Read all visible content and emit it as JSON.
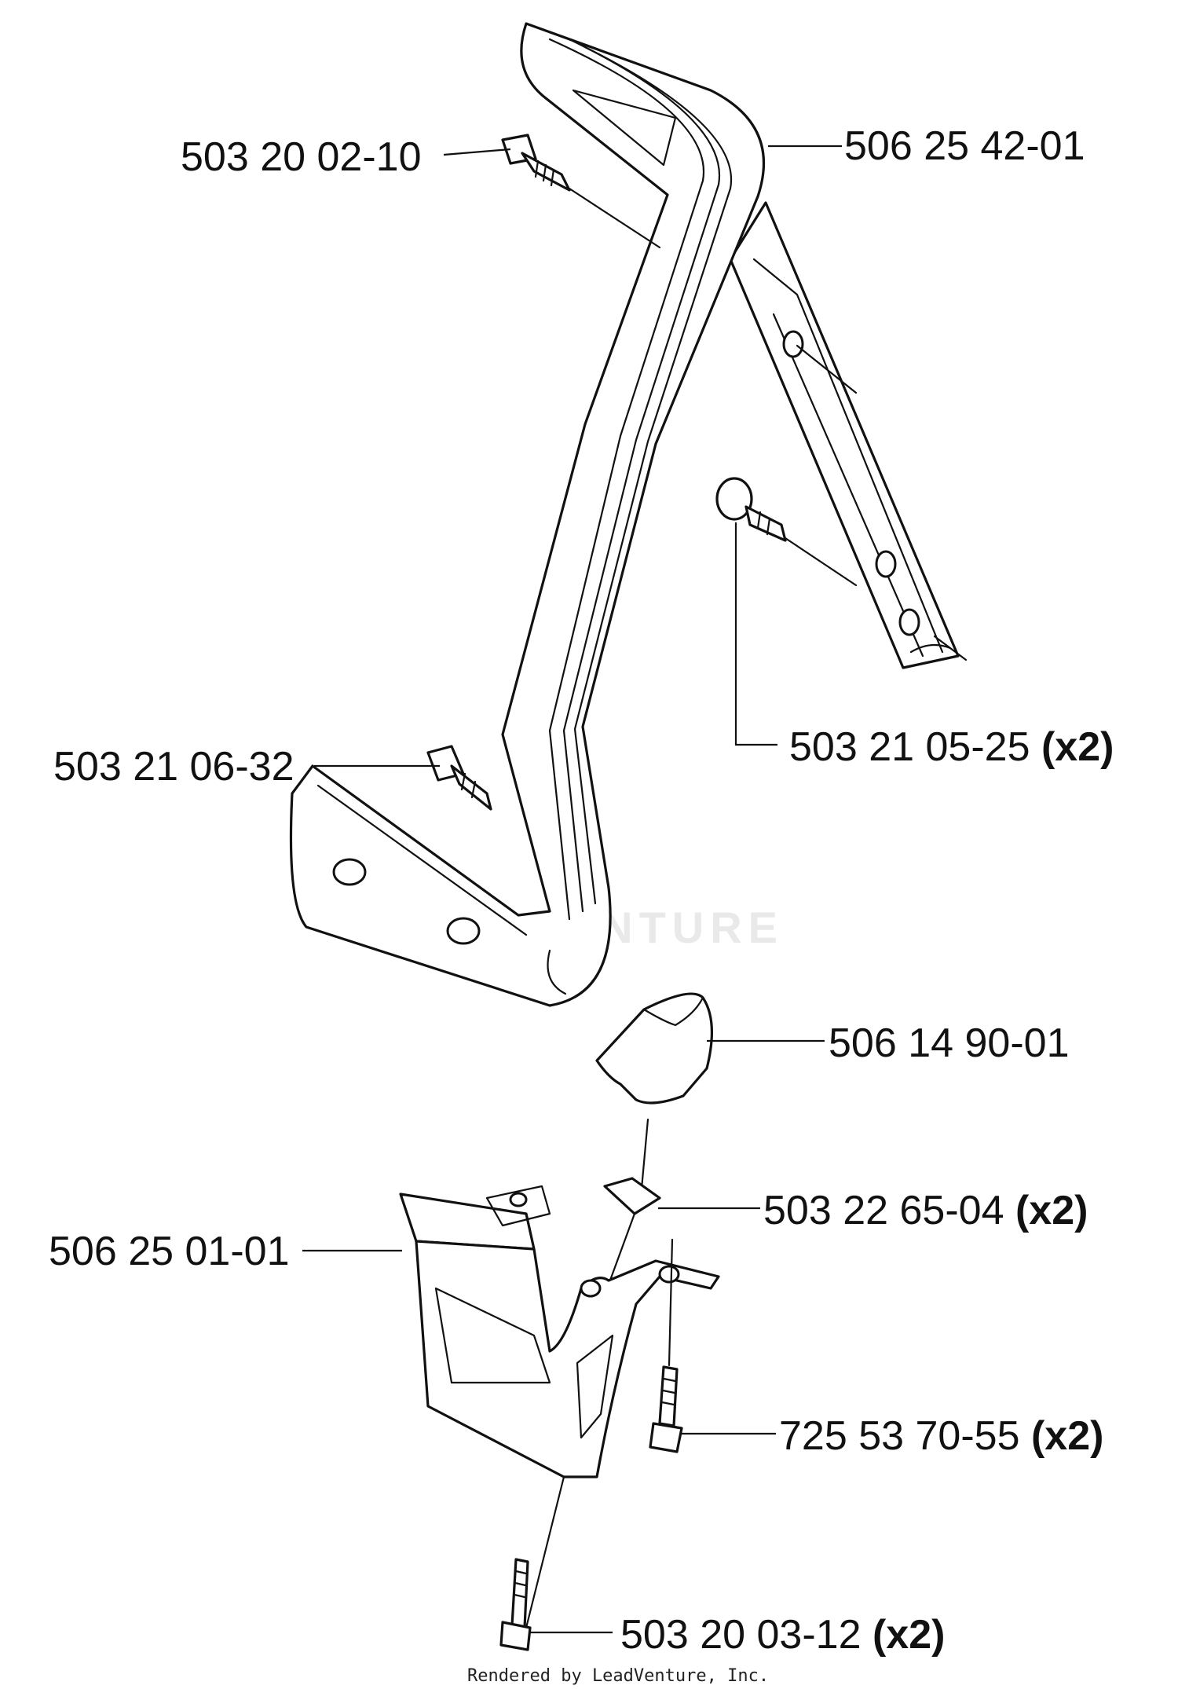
{
  "watermark": "LEADVENTURE",
  "footer": "Rendered by LeadVenture, Inc.",
  "callouts": {
    "c1": {
      "part": "503 20 02-10",
      "qty": ""
    },
    "c2": {
      "part": "506 25 42-01",
      "qty": ""
    },
    "c3": {
      "part": "503 21 05-25",
      "qty": "(x2)"
    },
    "c4": {
      "part": "503 21 06-32",
      "qty": ""
    },
    "c5": {
      "part": "506 14 90-01",
      "qty": ""
    },
    "c6": {
      "part": "503 22 65-04",
      "qty": "(x2)"
    },
    "c7": {
      "part": "506 25 01-01",
      "qty": ""
    },
    "c8": {
      "part": "725 53 70-55",
      "qty": "(x2)"
    },
    "c9": {
      "part": "503 20 03-12",
      "qty": "(x2)"
    }
  }
}
